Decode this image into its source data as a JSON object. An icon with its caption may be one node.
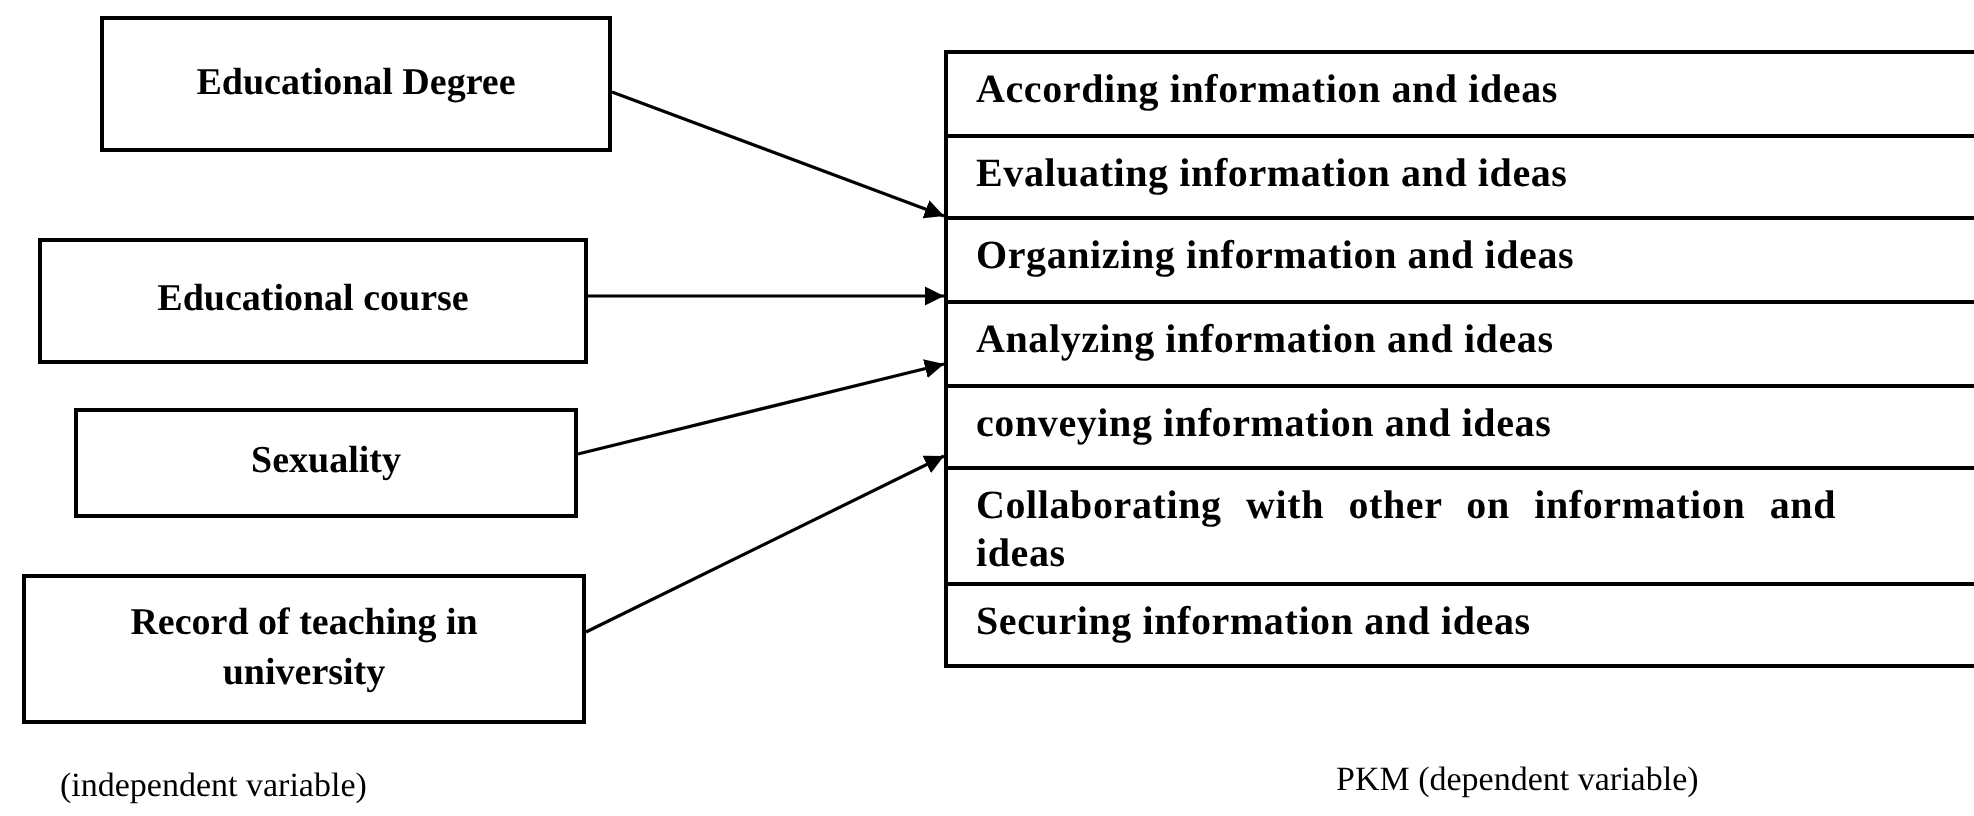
{
  "diagram": {
    "nodes": [
      {
        "text": [
          "Educational Degree"
        ]
      },
      {
        "text": [
          "Educational course"
        ]
      },
      {
        "text": [
          "Sexuality"
        ]
      },
      {
        "text": [
          "Record of teaching in university"
        ]
      },
      {
        "text": [],
        "shape": "box"
      },
      {
        "text": [
          "According information and ideas"
        ],
        "in": 4
      },
      {
        "text": [
          "Evaluating information and ideas"
        ],
        "in": 4
      },
      {
        "text": [
          "Organizing information and ideas"
        ],
        "in": 4
      },
      {
        "text": [
          "Analyzing information and ideas"
        ],
        "in": 4
      },
      {
        "text": [
          "conveying information and ideas"
        ],
        "in": 4
      },
      {
        "text": [
          "Collaborating with other on information and ideas"
        ],
        "in": 4
      },
      {
        "text": [
          "Securing information and ideas"
        ],
        "in": 4
      }
    ],
    "edges": [
      {
        "from": 0,
        "to": 4,
        "arrow": "to"
      },
      {
        "from": 1,
        "to": 4,
        "arrow": "to"
      },
      {
        "from": 2,
        "to": 4,
        "arrow": "to"
      },
      {
        "from": 3,
        "to": 4,
        "arrow": "to"
      }
    ],
    "labels": [
      "(independent variable)",
      "PKM (dependent variable)"
    ]
  }
}
